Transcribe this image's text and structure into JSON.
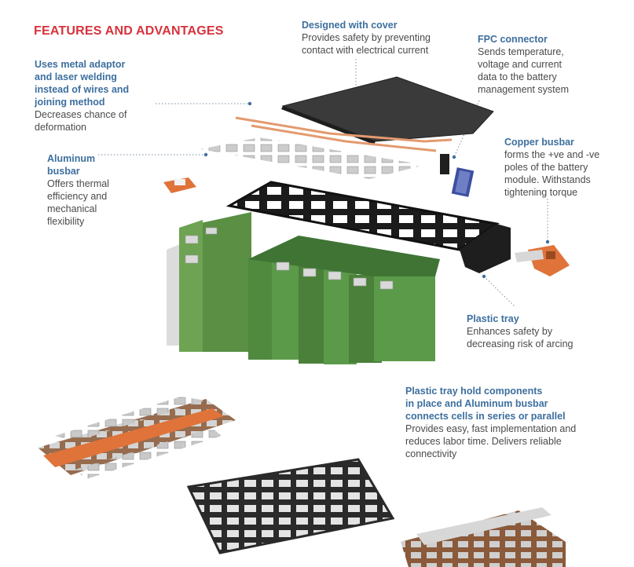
{
  "title": "FEATURES AND ADVANTAGES",
  "colors": {
    "title": "#d8323c",
    "callout_title": "#3d6f9e",
    "callout_text": "#4a4a4a",
    "cell_green": "#4f8a3f",
    "tray_black": "#1e1e1e",
    "copper": "#e0733a"
  },
  "callouts": {
    "cover": {
      "title": "Designed with cover",
      "lines": [
        "Provides safety by preventing",
        "contact with electrical current"
      ]
    },
    "fpc": {
      "title": "FPC connector",
      "lines": [
        "Sends temperature,",
        "voltage and current",
        "data to the battery",
        "management system"
      ]
    },
    "metal_adaptor": {
      "title_lines": [
        "Uses metal adaptor",
        "and laser welding",
        "instead of wires and",
        "joining method"
      ],
      "lines": [
        "Decreases chance of",
        "deformation"
      ]
    },
    "aluminum": {
      "title_lines": [
        "Aluminum",
        "busbar"
      ],
      "lines": [
        "Offers thermal",
        "efficiency and",
        "mechanical",
        "flexibility"
      ]
    },
    "copper": {
      "title": "Copper busbar",
      "lines": [
        "forms the +ve and -ve",
        "poles of the battery",
        "module. Withstands",
        "tightening torque"
      ]
    },
    "tray": {
      "title": "Plastic tray",
      "lines": [
        "Enhances safety by",
        "decreasing risk of arcing"
      ]
    },
    "hold": {
      "title_lines": [
        "Plastic tray hold components",
        "in place and Aluminum busbar",
        "connects cells in series or parallel"
      ],
      "lines": [
        "Provides easy, fast implementation and",
        "reduces labor time. Delivers reliable",
        "connectivity"
      ]
    }
  }
}
